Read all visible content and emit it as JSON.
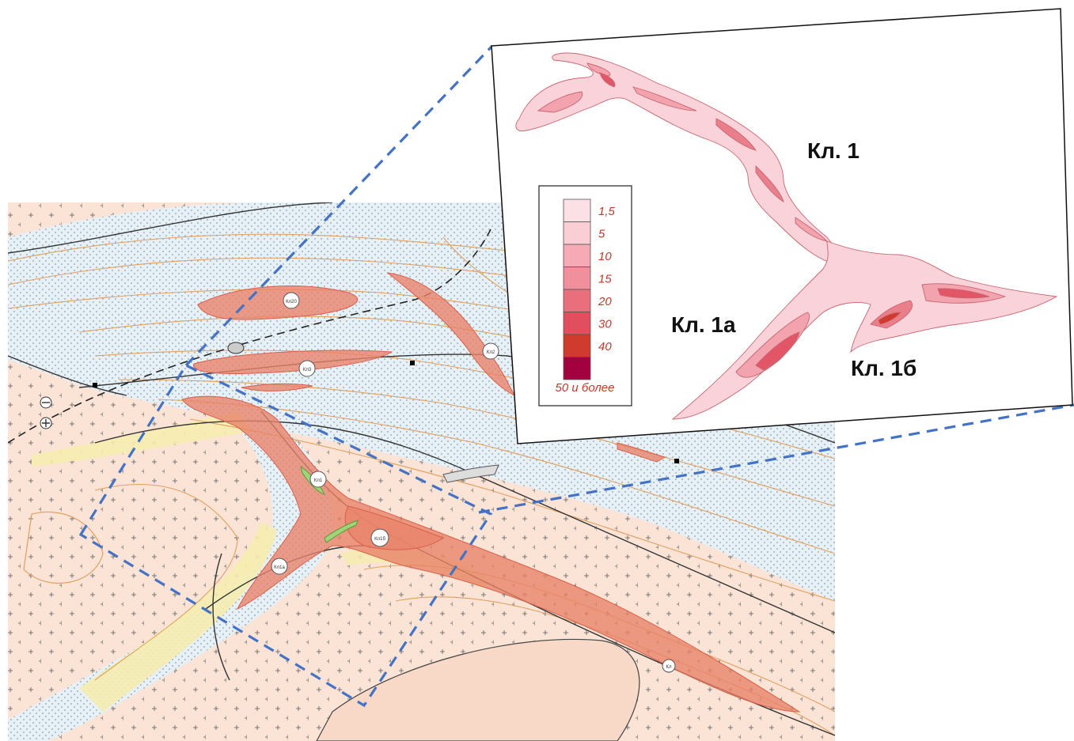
{
  "inset_labels": {
    "body1": "Кл. 1",
    "body1a": "Кл. 1а",
    "body1b": "Кл. 1б"
  },
  "legend": {
    "items": [
      {
        "label": "1,5",
        "color": "#fbe0e6"
      },
      {
        "label": "5",
        "color": "#f9cfd5"
      },
      {
        "label": "10",
        "color": "#f5aab5"
      },
      {
        "label": "15",
        "color": "#f0909d"
      },
      {
        "label": "20",
        "color": "#ea6f7d"
      },
      {
        "label": "30",
        "color": "#e14e5d"
      },
      {
        "label": "40",
        "color": "#cf3b2c"
      },
      {
        "label": "50 и более",
        "color": "#a3003f"
      }
    ]
  },
  "map_markers": [
    "Кл20",
    "Кл3",
    "Кл2",
    "Кл1",
    "Кл1б",
    "Кл1а",
    "Кл"
  ],
  "colors": {
    "guide_line": "#4472c4",
    "ore_body": "#e8836a",
    "sediment": "#e6f0f7",
    "bedrock": "#fbe4d6",
    "yellow_band": "#f5ecb0",
    "contour": "#e0a060"
  }
}
